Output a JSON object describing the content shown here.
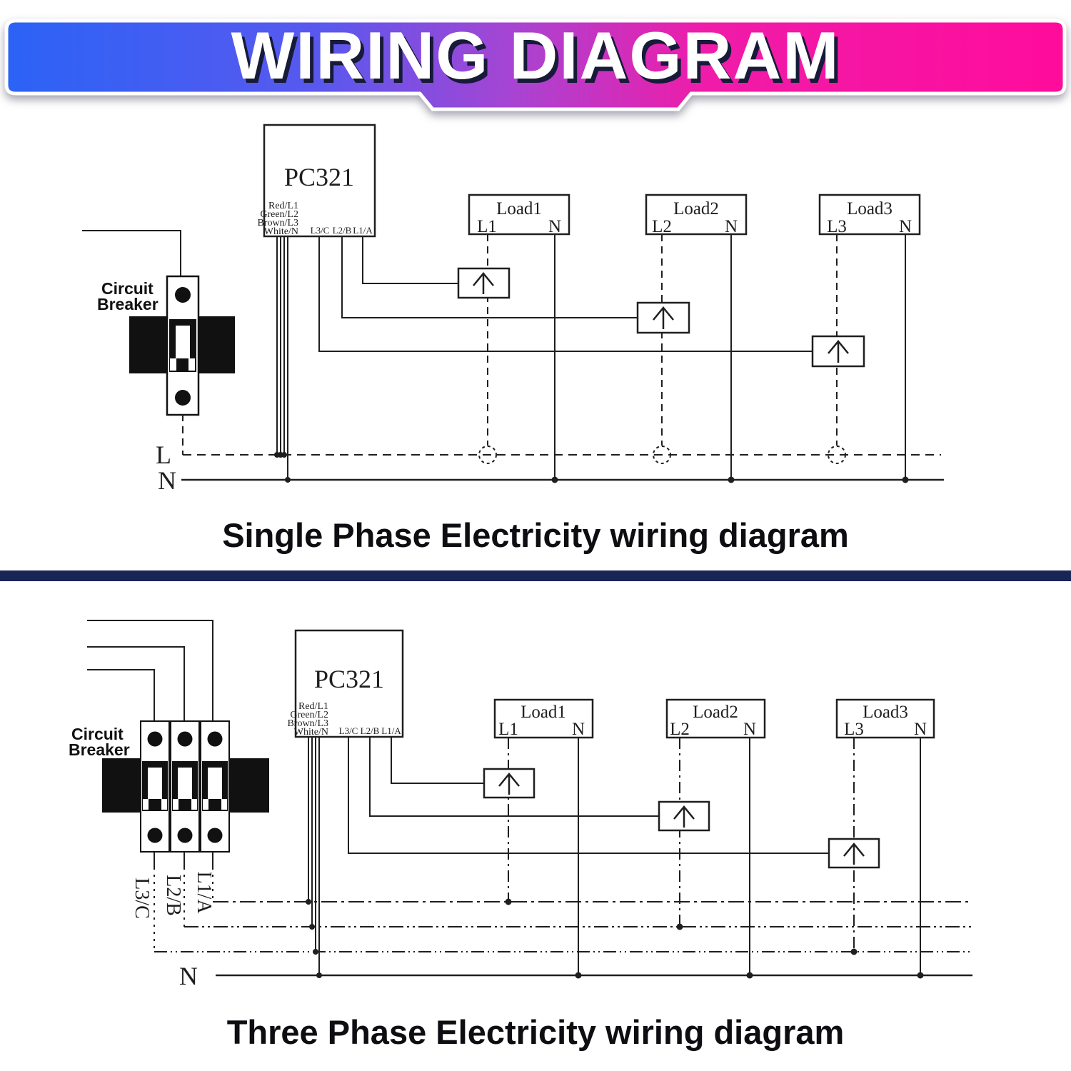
{
  "banner": {
    "title": "WIRING DIAGRAM",
    "gradient": [
      "#2b63f6",
      "#5a58ee",
      "#a844d2",
      "#ef1ca9",
      "#ff0c9c"
    ],
    "text_color": "#ffffff",
    "shadow_color": "#171a38"
  },
  "divider_color": "#1a2557",
  "diagram_ink": "#1f1f1f",
  "single_phase": {
    "title": "Single Phase Electricity wiring diagram",
    "device": {
      "name": "PC321",
      "wire_labels": [
        "Red/L1",
        "Green/L2",
        "Brown/L3",
        "White/N"
      ],
      "terminal_labels": [
        "L3/C",
        "L2/B",
        "L1/A"
      ]
    },
    "breaker": {
      "label_line1": "Circuit",
      "label_line2": "Breaker"
    },
    "loads": [
      {
        "name": "Load1",
        "line": "L1",
        "neutral": "N"
      },
      {
        "name": "Load2",
        "line": "L2",
        "neutral": "N"
      },
      {
        "name": "Load3",
        "line": "L3",
        "neutral": "N"
      }
    ],
    "bus": {
      "live": "L",
      "neutral": "N"
    }
  },
  "three_phase": {
    "title": "Three Phase Electricity wiring diagram",
    "device": {
      "name": "PC321",
      "wire_labels": [
        "Red/L1",
        "Green/L2",
        "Brown/L3",
        "White/N"
      ],
      "terminal_labels": [
        "L3/C",
        "L2/B",
        "L1/A"
      ]
    },
    "breaker": {
      "label_line1": "Circuit",
      "label_line2": "Breaker"
    },
    "phase_wire_labels": [
      "L3/C",
      "L2/B",
      "L1/A"
    ],
    "loads": [
      {
        "name": "Load1",
        "line": "L1",
        "neutral": "N"
      },
      {
        "name": "Load2",
        "line": "L2",
        "neutral": "N"
      },
      {
        "name": "Load3",
        "line": "L3",
        "neutral": "N"
      }
    ],
    "bus": {
      "neutral": "N"
    }
  }
}
